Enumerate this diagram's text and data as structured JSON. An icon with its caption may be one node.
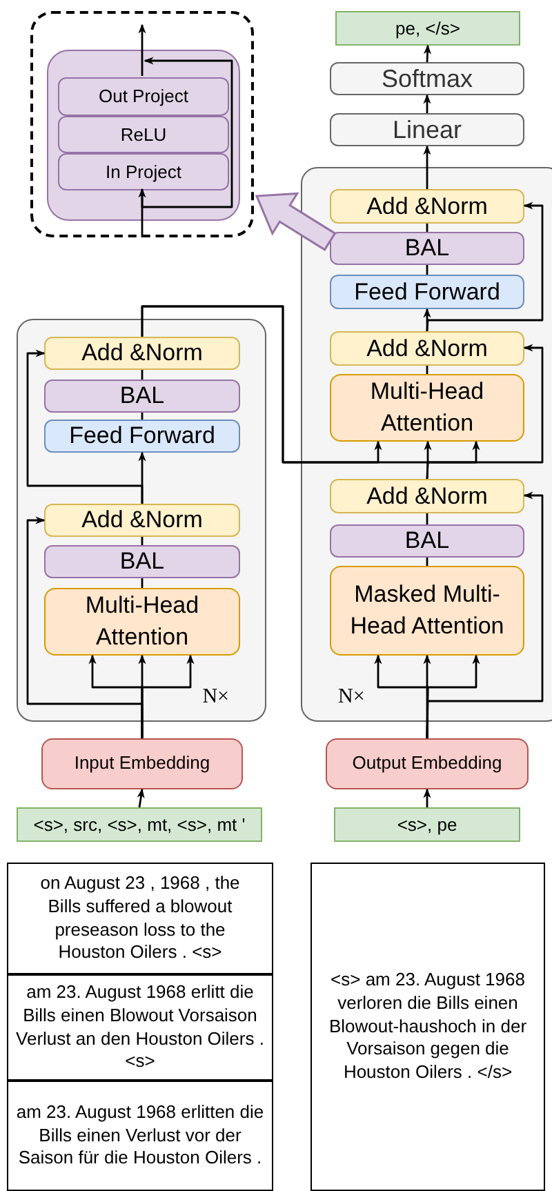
{
  "diagram": {
    "nodes": [
      {
        "text": [],
        "shape": "box"
      },
      {
        "text": [],
        "shape": "box",
        "in": 0
      },
      {
        "text": [
          "Out Project"
        ],
        "in": 1
      },
      {
        "text": [
          "ReLU"
        ],
        "in": 1
      },
      {
        "text": [
          "In Project"
        ],
        "in": 1
      },
      {
        "text": [
          "pe, </s>"
        ]
      },
      {
        "text": [
          "Softmax"
        ]
      },
      {
        "text": [
          "Linear"
        ]
      },
      {
        "text": [
          "N×"
        ]
      },
      {
        "text": [
          "Add &Norm"
        ],
        "in": 8
      },
      {
        "text": [
          "BAL"
        ],
        "in": 8
      },
      {
        "text": [
          "Feed Forward"
        ],
        "in": 8
      },
      {
        "text": [
          "Add &Norm"
        ],
        "in": 8
      },
      {
        "text": [
          "Multi-Head Attention"
        ],
        "in": 8
      },
      {
        "text": [
          "N×"
        ]
      },
      {
        "text": [
          "Add &Norm"
        ],
        "in": 14
      },
      {
        "text": [
          "BAL"
        ],
        "in": 14
      },
      {
        "text": [
          "Feed Forward"
        ],
        "in": 14
      },
      {
        "text": [
          "Add &Norm"
        ],
        "in": 14
      },
      {
        "text": [
          "BAL"
        ],
        "in": 14
      },
      {
        "text": [
          "Multi-Head Attention"
        ],
        "in": 14
      },
      {
        "text": [
          "Add &Norm"
        ],
        "in": 8
      },
      {
        "text": [
          "BAL"
        ],
        "in": 8
      },
      {
        "text": [
          "Masked Multi-Head Attention"
        ],
        "in": 8
      },
      {
        "text": [
          "Input Embedding"
        ]
      },
      {
        "text": [
          "Output Embedding"
        ]
      },
      {
        "text": [
          "<s>, src, <s>, mt, <s>, mt '"
        ]
      },
      {
        "text": [
          "<s>, pe"
        ]
      },
      {
        "text": [
          "on August 23 , 1968 , the Bills suffered a blowout preseason loss to the Houston Oilers . <s>"
        ]
      },
      {
        "text": [
          "am 23. August 1968 erlitt die Bills einen Blowout Vorsaison Verlust an den Houston Oilers . <s>"
        ]
      },
      {
        "text": [
          "am 23. August 1968 erlitten die Bills einen Verlust vor der Saison für die Houston Oilers ."
        ]
      },
      {
        "text": [
          "<s> am 23. August 1968 verloren die Bills einen Blowout-haushoch in der Vorsaison gegen die Houston Oilers . </s>"
        ]
      }
    ],
    "edges": [
      {
        "from": null,
        "to": 4,
        "arrow": "to"
      },
      {
        "from": 2,
        "to": null,
        "arrow": "to"
      },
      {
        "from": 4,
        "to": 2,
        "arrow": "to"
      },
      {
        "from": 26,
        "to": 24,
        "arrow": "to"
      },
      {
        "from": 24,
        "to": 20,
        "arrow": "to"
      },
      {
        "from": 24,
        "to": 20,
        "arrow": "to"
      },
      {
        "from": 24,
        "to": 20,
        "arrow": "to"
      },
      {
        "from": 24,
        "to": 18,
        "arrow": "to"
      },
      {
        "from": 20,
        "to": 19,
        "arrow": "none"
      },
      {
        "from": 19,
        "to": 18,
        "arrow": "none"
      },
      {
        "from": 18,
        "to": 17,
        "arrow": "to"
      },
      {
        "from": 18,
        "to": 15,
        "arrow": "to"
      },
      {
        "from": 17,
        "to": 16,
        "arrow": "none"
      },
      {
        "from": 16,
        "to": 15,
        "arrow": "none"
      },
      {
        "from": 15,
        "to": 13,
        "arrow": "to"
      },
      {
        "from": 15,
        "to": 13,
        "arrow": "to"
      },
      {
        "from": 21,
        "to": 13,
        "arrow": "to"
      },
      {
        "from": 21,
        "to": 12,
        "arrow": "to"
      },
      {
        "from": 13,
        "to": 12,
        "arrow": "none"
      },
      {
        "from": 12,
        "to": 11,
        "arrow": "to"
      },
      {
        "from": 12,
        "to": 9,
        "arrow": "to"
      },
      {
        "from": 11,
        "to": 10,
        "arrow": "none"
      },
      {
        "from": 10,
        "to": 9,
        "arrow": "none"
      },
      {
        "from": 9,
        "to": 7,
        "arrow": "to"
      },
      {
        "from": 7,
        "to": 6,
        "arrow": "to"
      },
      {
        "from": 6,
        "to": 5,
        "arrow": "to"
      },
      {
        "from": 27,
        "to": 25,
        "arrow": "to"
      },
      {
        "from": 25,
        "to": 23,
        "arrow": "to"
      },
      {
        "from": 25,
        "to": 23,
        "arrow": "to"
      },
      {
        "from": 25,
        "to": 23,
        "arrow": "to"
      },
      {
        "from": 25,
        "to": 21,
        "arrow": "to"
      },
      {
        "from": 23,
        "to": 22,
        "arrow": "none"
      },
      {
        "from": 22,
        "to": 21,
        "arrow": "none"
      },
      {
        "from": 10,
        "to": 0,
        "arrow": "to",
        "style": "thick",
        "color": "#e1d5e7"
      }
    ]
  }
}
